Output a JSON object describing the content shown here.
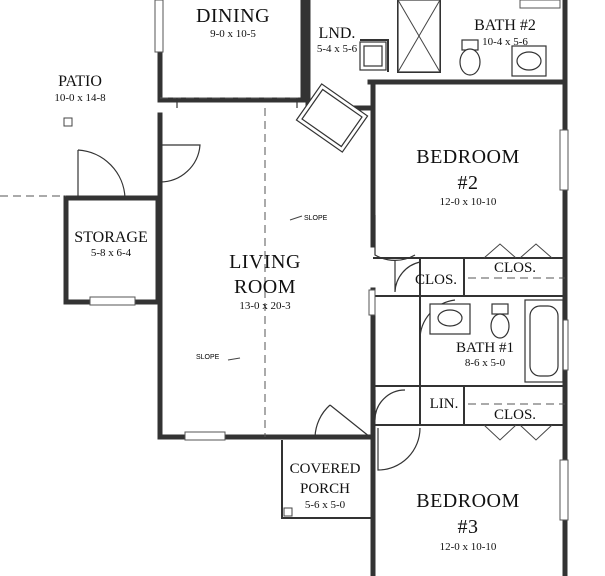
{
  "rooms": {
    "dining": {
      "name": "DINING",
      "dims": "9-0 x 10-5"
    },
    "laundry": {
      "name": "LND.",
      "dims": "5-4 x 5-6"
    },
    "bath2": {
      "name": "BATH #2",
      "dims": "10-4 x 5-6"
    },
    "patio": {
      "name": "PATIO",
      "dims": "10-0 x 14-8"
    },
    "bedroom2": {
      "name": "BEDROOM",
      "num": "#2",
      "dims": "12-0 x 10-10"
    },
    "storage": {
      "name": "STORAGE",
      "dims": "5-8 x 6-4"
    },
    "living": {
      "name": "LIVING",
      "name2": "ROOM",
      "dims": "13-0 x 20-3"
    },
    "clos1": {
      "name": "CLOS."
    },
    "clos2": {
      "name": "CLOS."
    },
    "bath1": {
      "name": "BATH #1",
      "dims": "8-6 x 5-0"
    },
    "linen": {
      "name": "LIN."
    },
    "clos3": {
      "name": "CLOS."
    },
    "porch": {
      "name": "COVERED",
      "name2": "PORCH",
      "dims": "5-6 x 5-0"
    },
    "bedroom3": {
      "name": "BEDROOM",
      "num": "#3",
      "dims": "12-0 x 10-10"
    }
  },
  "notes": {
    "slope1": "SLOPE",
    "slope2": "SLOPE"
  }
}
